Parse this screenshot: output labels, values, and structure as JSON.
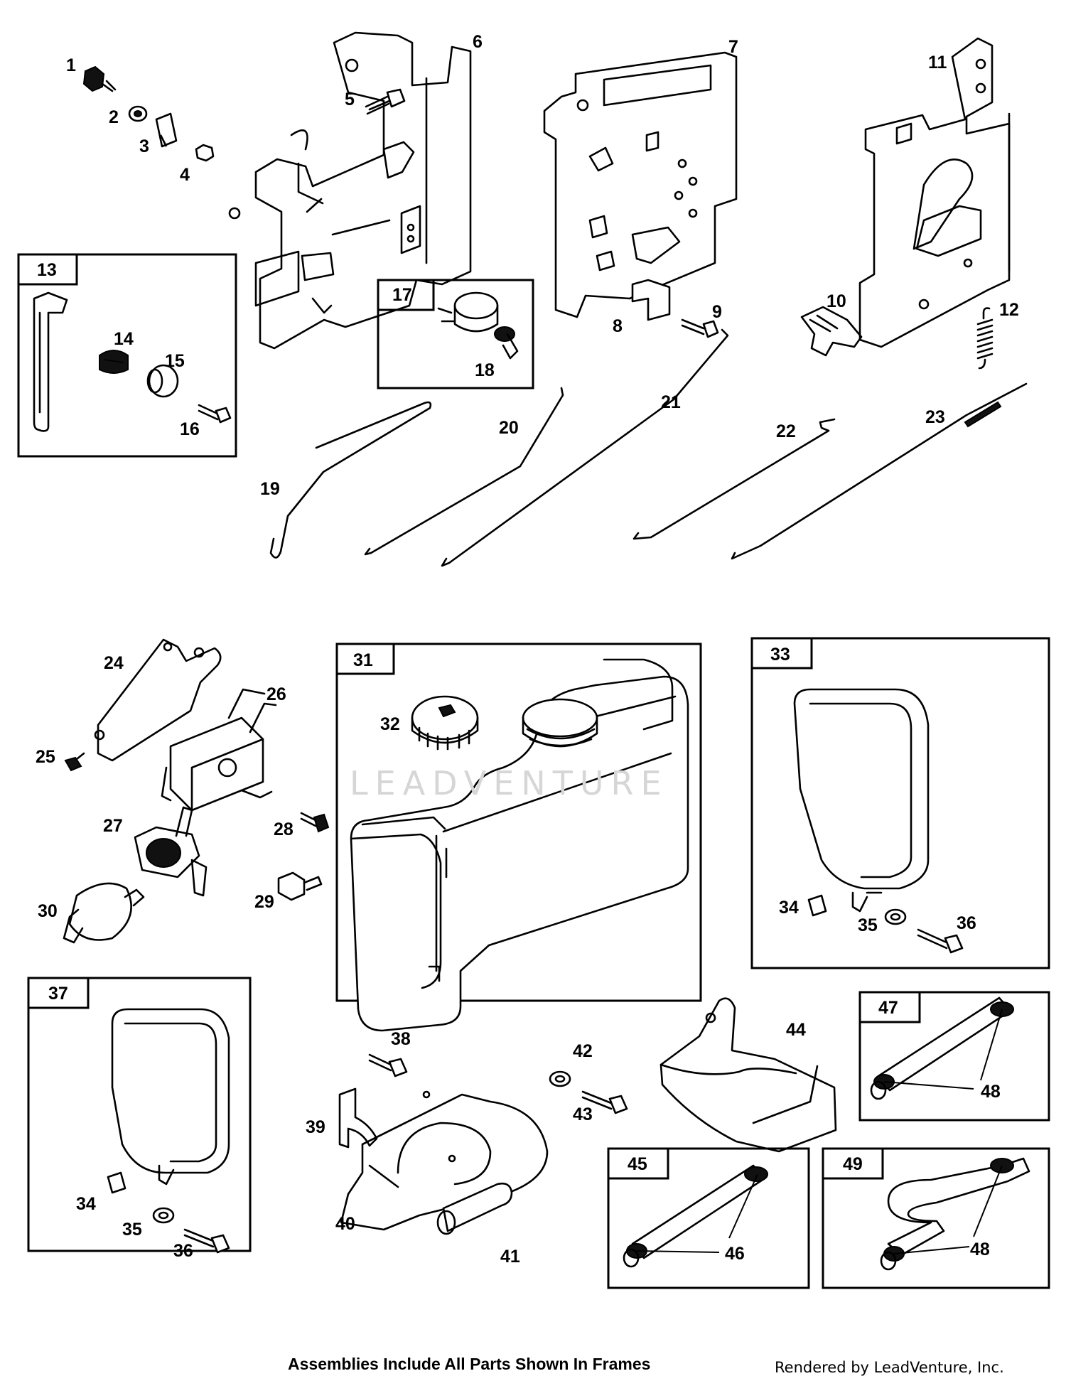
{
  "footer": {
    "caption": "Assemblies Include All Parts Shown In Frames",
    "credit": "Rendered by LeadVenture, Inc."
  },
  "watermark": {
    "text": "LEADVENTURE"
  },
  "frames": [
    {
      "label": "13"
    },
    {
      "label": "17"
    },
    {
      "label": "31"
    },
    {
      "label": "33"
    },
    {
      "label": "37"
    },
    {
      "label": "45"
    },
    {
      "label": "47"
    },
    {
      "label": "49"
    }
  ],
  "part_numbers": {
    "p1": "1",
    "p2": "2",
    "p3": "3",
    "p4": "4",
    "p5": "5",
    "p6": "6",
    "p7": "7",
    "p8": "8",
    "p9": "9",
    "p10": "10",
    "p11": "11",
    "p12": "12",
    "p14": "14",
    "p15": "15",
    "p16": "16",
    "p18": "18",
    "p19": "19",
    "p20": "20",
    "p21": "21",
    "p22": "22",
    "p23": "23",
    "p24": "24",
    "p25": "25",
    "p26": "26",
    "p27": "27",
    "p28": "28",
    "p29": "29",
    "p30": "30",
    "p32": "32",
    "p34a": "34",
    "p35a": "35",
    "p36a": "36",
    "p34b": "34",
    "p35b": "35",
    "p36b": "36",
    "p38": "38",
    "p39": "39",
    "p40": "40",
    "p41": "41",
    "p42": "42",
    "p43": "43",
    "p44": "44",
    "p46": "46",
    "p48a": "48",
    "p48b": "48"
  }
}
